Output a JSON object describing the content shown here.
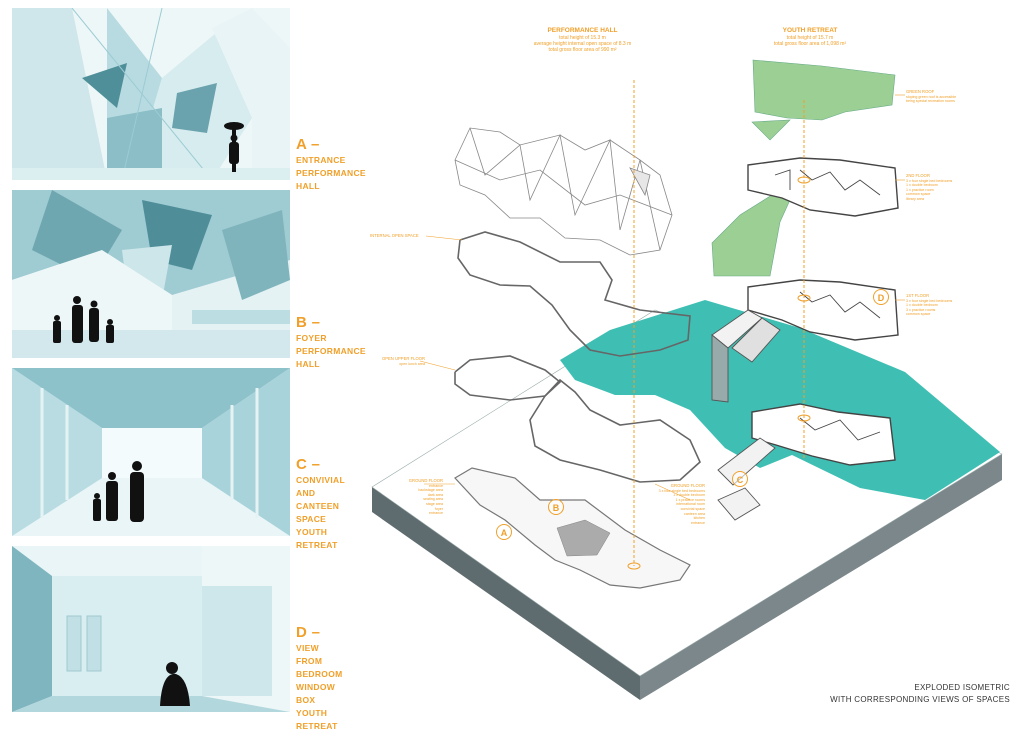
{
  "panels": [
    {
      "letter": "A –",
      "lines": [
        "ENTRANCE",
        "PERFORMANCE",
        "HALL"
      ]
    },
    {
      "letter": "B –",
      "lines": [
        "FOYER",
        "PERFORMANCE",
        "HALL"
      ]
    },
    {
      "letter": "C –",
      "lines": [
        "CONVIVIAL",
        "AND",
        "CANTEEN",
        "SPACE",
        "YOUTH",
        "RETREAT"
      ]
    },
    {
      "letter": "D –",
      "lines": [
        "VIEW",
        "FROM",
        "BEDROOM",
        "WINDOW",
        "BOX",
        "YOUTH",
        "RETREAT"
      ]
    }
  ],
  "headers": {
    "performance_hall": {
      "title": "PERFORMANCE HALL",
      "lines": [
        "total height of 15.3 m",
        "average height internal open space of 8.3 m",
        "total gross floor area of 990 m²"
      ]
    },
    "youth_retreat": {
      "title": "YOUTH RETREAT",
      "lines": [
        "total height of 15.7 m",
        "total gross floor area of 1,098 m²"
      ]
    }
  },
  "labels": {
    "internal_open_space": "INTERNAL OPEN SPACE",
    "open_upper_floor": {
      "title": "OPEN UPPER FLOOR",
      "lines": [
        "open lunch area"
      ]
    },
    "ground_floor_hall": {
      "title": "GROUND FLOOR",
      "lines": [
        "entrance",
        "backstage area",
        "dark area",
        "seating area",
        "stage area",
        "foyer",
        "entrance"
      ]
    },
    "ground_floor_retreat": {
      "title": "GROUND FLOOR",
      "lines": [
        "3 x four single bed bedrooms",
        "1 x double bedroom",
        "1 x practice rooms",
        "international room",
        "convivial space",
        "canteen area",
        "kitchen",
        "entrance"
      ]
    },
    "green_roof": {
      "title": "GREEN ROOF",
      "lines": [
        "sloping green roof is accessible",
        "being special recreation rooms"
      ]
    },
    "second_floor": {
      "title": "2ND FLOOR",
      "lines": [
        "3 x four single bed bedrooms",
        "1 x double bedroom",
        "1 x practice room",
        "common space",
        "library area"
      ]
    },
    "first_floor": {
      "title": "1ST FLOOR",
      "lines": [
        "3 x four single bed bedrooms",
        "1 x double bedroom",
        "3 x practice rooms",
        "common space"
      ]
    }
  },
  "markers": [
    "A",
    "B",
    "C",
    "D"
  ],
  "footer": {
    "line1": "EXPLODED ISOMETRIC",
    "line2": "WITH CORRESPONDING VIEWS OF SPACES"
  },
  "colors": {
    "accent": "#f0a02a",
    "water": "#3fbfb4",
    "green_roof": "#9ccf93",
    "panel_tint": "#a9d4db"
  }
}
